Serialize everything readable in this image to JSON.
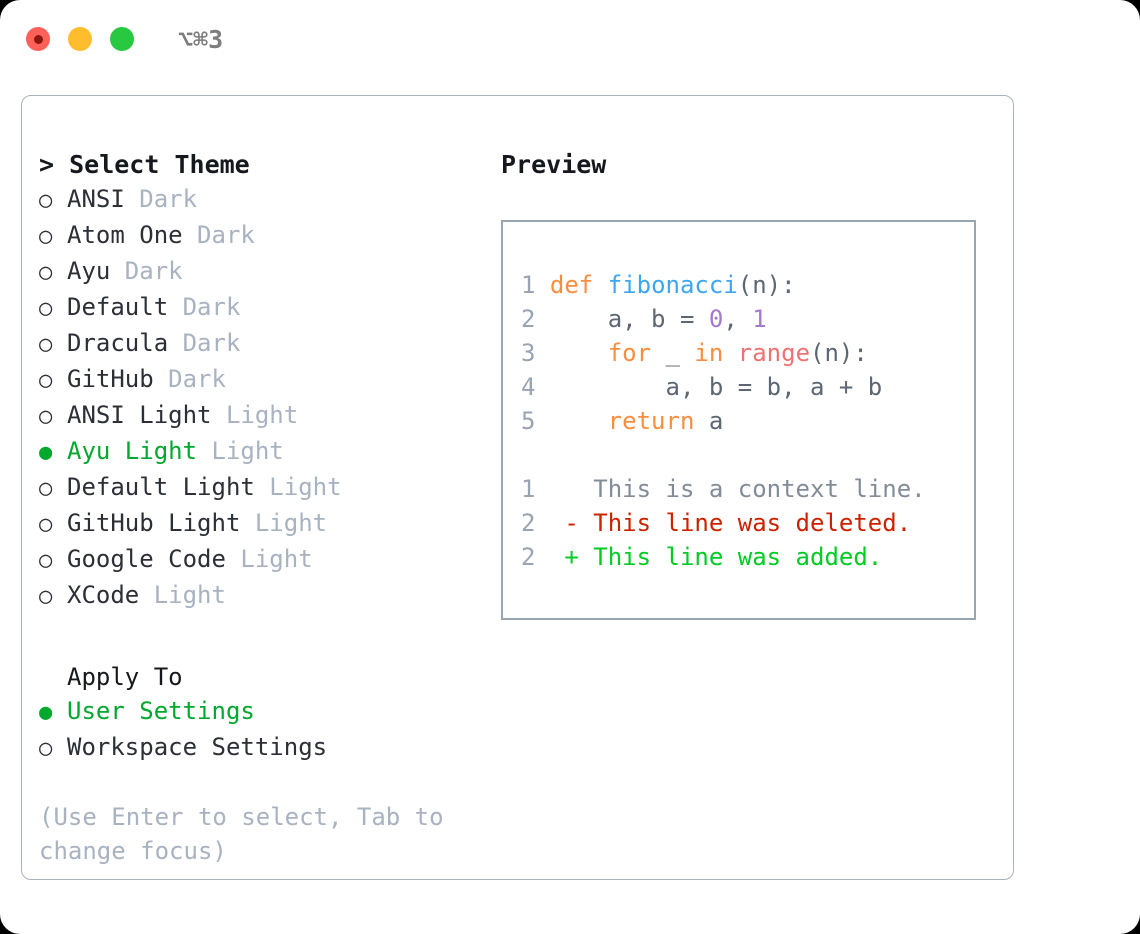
{
  "titlebar": {
    "shortcut": "⌥⌘3",
    "buttons": [
      {
        "name": "close",
        "color": "#ff6159"
      },
      {
        "name": "minimize",
        "color": "#ffbd2e"
      },
      {
        "name": "maximize",
        "color": "#28c840"
      }
    ]
  },
  "theme_list": {
    "header": "> Select Theme",
    "items": [
      {
        "marker": "○",
        "label": "ANSI",
        "variant": "Dark",
        "selected": false
      },
      {
        "marker": "○",
        "label": "Atom One",
        "variant": "Dark",
        "selected": false
      },
      {
        "marker": "○",
        "label": "Ayu",
        "variant": "Dark",
        "selected": false
      },
      {
        "marker": "○",
        "label": "Default",
        "variant": "Dark",
        "selected": false
      },
      {
        "marker": "○",
        "label": "Dracula",
        "variant": "Dark",
        "selected": false
      },
      {
        "marker": "○",
        "label": "GitHub",
        "variant": "Dark",
        "selected": false
      },
      {
        "marker": "○",
        "label": "ANSI Light",
        "variant": "Light",
        "selected": false
      },
      {
        "marker": "●",
        "label": "Ayu Light",
        "variant": "Light",
        "selected": true
      },
      {
        "marker": "○",
        "label": "Default Light",
        "variant": "Light",
        "selected": false
      },
      {
        "marker": "○",
        "label": "GitHub Light",
        "variant": "Light",
        "selected": false
      },
      {
        "marker": "○",
        "label": "Google Code",
        "variant": "Light",
        "selected": false
      },
      {
        "marker": "○",
        "label": "XCode",
        "variant": "Light",
        "selected": false
      }
    ]
  },
  "apply_to": {
    "header": "Apply To",
    "items": [
      {
        "marker": "●",
        "label": "User Settings",
        "selected": true
      },
      {
        "marker": "○",
        "label": "Workspace Settings",
        "selected": false
      }
    ]
  },
  "hint": "(Use Enter to select, Tab to change focus)",
  "preview": {
    "title": "Preview",
    "code_lines": [
      {
        "num": "1",
        "tokens": [
          {
            "t": "def",
            "c": "kw"
          },
          {
            "t": " ",
            "c": "plain"
          },
          {
            "t": "fibonacci",
            "c": "fn"
          },
          {
            "t": "(n):",
            "c": "punct"
          }
        ]
      },
      {
        "num": "2",
        "tokens": [
          {
            "t": "    a, b = ",
            "c": "plain"
          },
          {
            "t": "0",
            "c": "num"
          },
          {
            "t": ", ",
            "c": "plain"
          },
          {
            "t": "1",
            "c": "num"
          }
        ]
      },
      {
        "num": "3",
        "tokens": [
          {
            "t": "    ",
            "c": "plain"
          },
          {
            "t": "for",
            "c": "kw"
          },
          {
            "t": " _ ",
            "c": "plain"
          },
          {
            "t": "in",
            "c": "kw"
          },
          {
            "t": " ",
            "c": "plain"
          },
          {
            "t": "range",
            "c": "builtin"
          },
          {
            "t": "(n):",
            "c": "punct"
          }
        ]
      },
      {
        "num": "4",
        "tokens": [
          {
            "t": "        a, b = b, a + b",
            "c": "plain"
          }
        ]
      },
      {
        "num": "5",
        "tokens": [
          {
            "t": "    ",
            "c": "plain"
          },
          {
            "t": "return",
            "c": "kw"
          },
          {
            "t": " a",
            "c": "plain"
          }
        ]
      }
    ],
    "diff_lines": [
      {
        "num": "1",
        "sign": " ",
        "text": "This is a context line.",
        "kind": "ctx"
      },
      {
        "num": "2",
        "sign": "-",
        "text": "This line was deleted.",
        "kind": "del"
      },
      {
        "num": "2",
        "sign": "+",
        "text": "This line was added.",
        "kind": "add"
      }
    ]
  },
  "colors": {
    "selection_green": "#00a82d",
    "diff_add_green": "#00cc22",
    "diff_del_red": "#cc2200",
    "keyword_orange": "#fa8d3e",
    "function_blue": "#3ba7f2",
    "number_purple": "#a37acc",
    "builtin_red": "#f07171",
    "muted_gray": "#a8b2c0",
    "border_gray": "#aab2bd"
  }
}
